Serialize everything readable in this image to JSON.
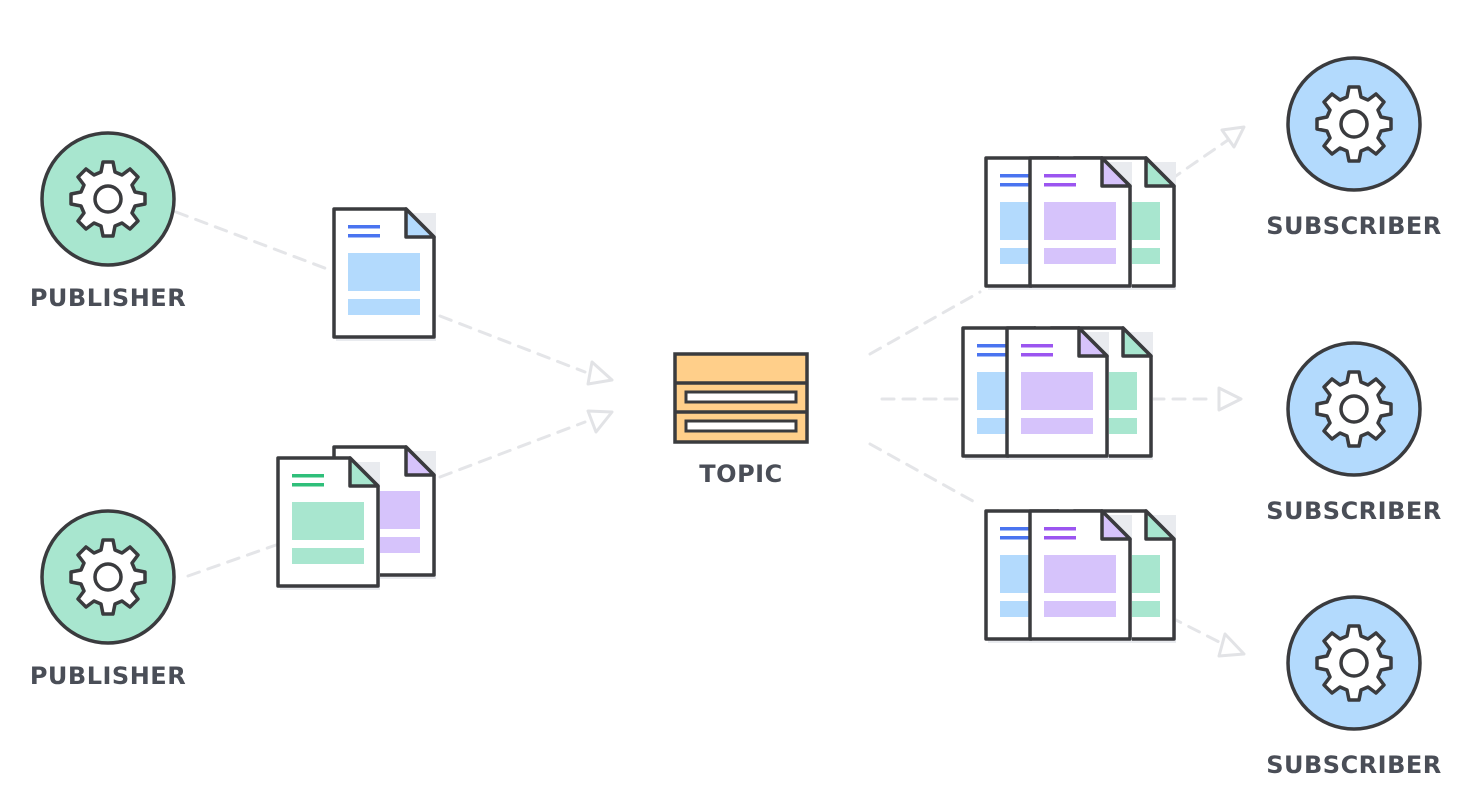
{
  "colors": {
    "publisher": "#a8e6cf",
    "subscriber": "#b3dafd",
    "topic": "#ffcf8a",
    "outline": "#3a3b3e",
    "label": "#4a4e57",
    "connector": "#e4e5e8",
    "doc_blue_fill": "#b3dafd",
    "doc_blue_accent": "#4a74f0",
    "doc_purple_fill": "#d6c3fb",
    "doc_purple_accent": "#9b55f0",
    "doc_green_fill": "#a8e6cf",
    "doc_green_accent": "#2fbf7a"
  },
  "publishers": [
    {
      "label": "PUBLISHER",
      "icon": "gear-icon"
    },
    {
      "label": "PUBLISHER",
      "icon": "gear-icon"
    }
  ],
  "topic": {
    "label": "TOPIC",
    "icon": "message-queue-icon"
  },
  "subscribers": [
    {
      "label": "SUBSCRIBER",
      "icon": "gear-icon"
    },
    {
      "label": "SUBSCRIBER",
      "icon": "gear-icon"
    },
    {
      "label": "SUBSCRIBER",
      "icon": "gear-icon"
    }
  ]
}
